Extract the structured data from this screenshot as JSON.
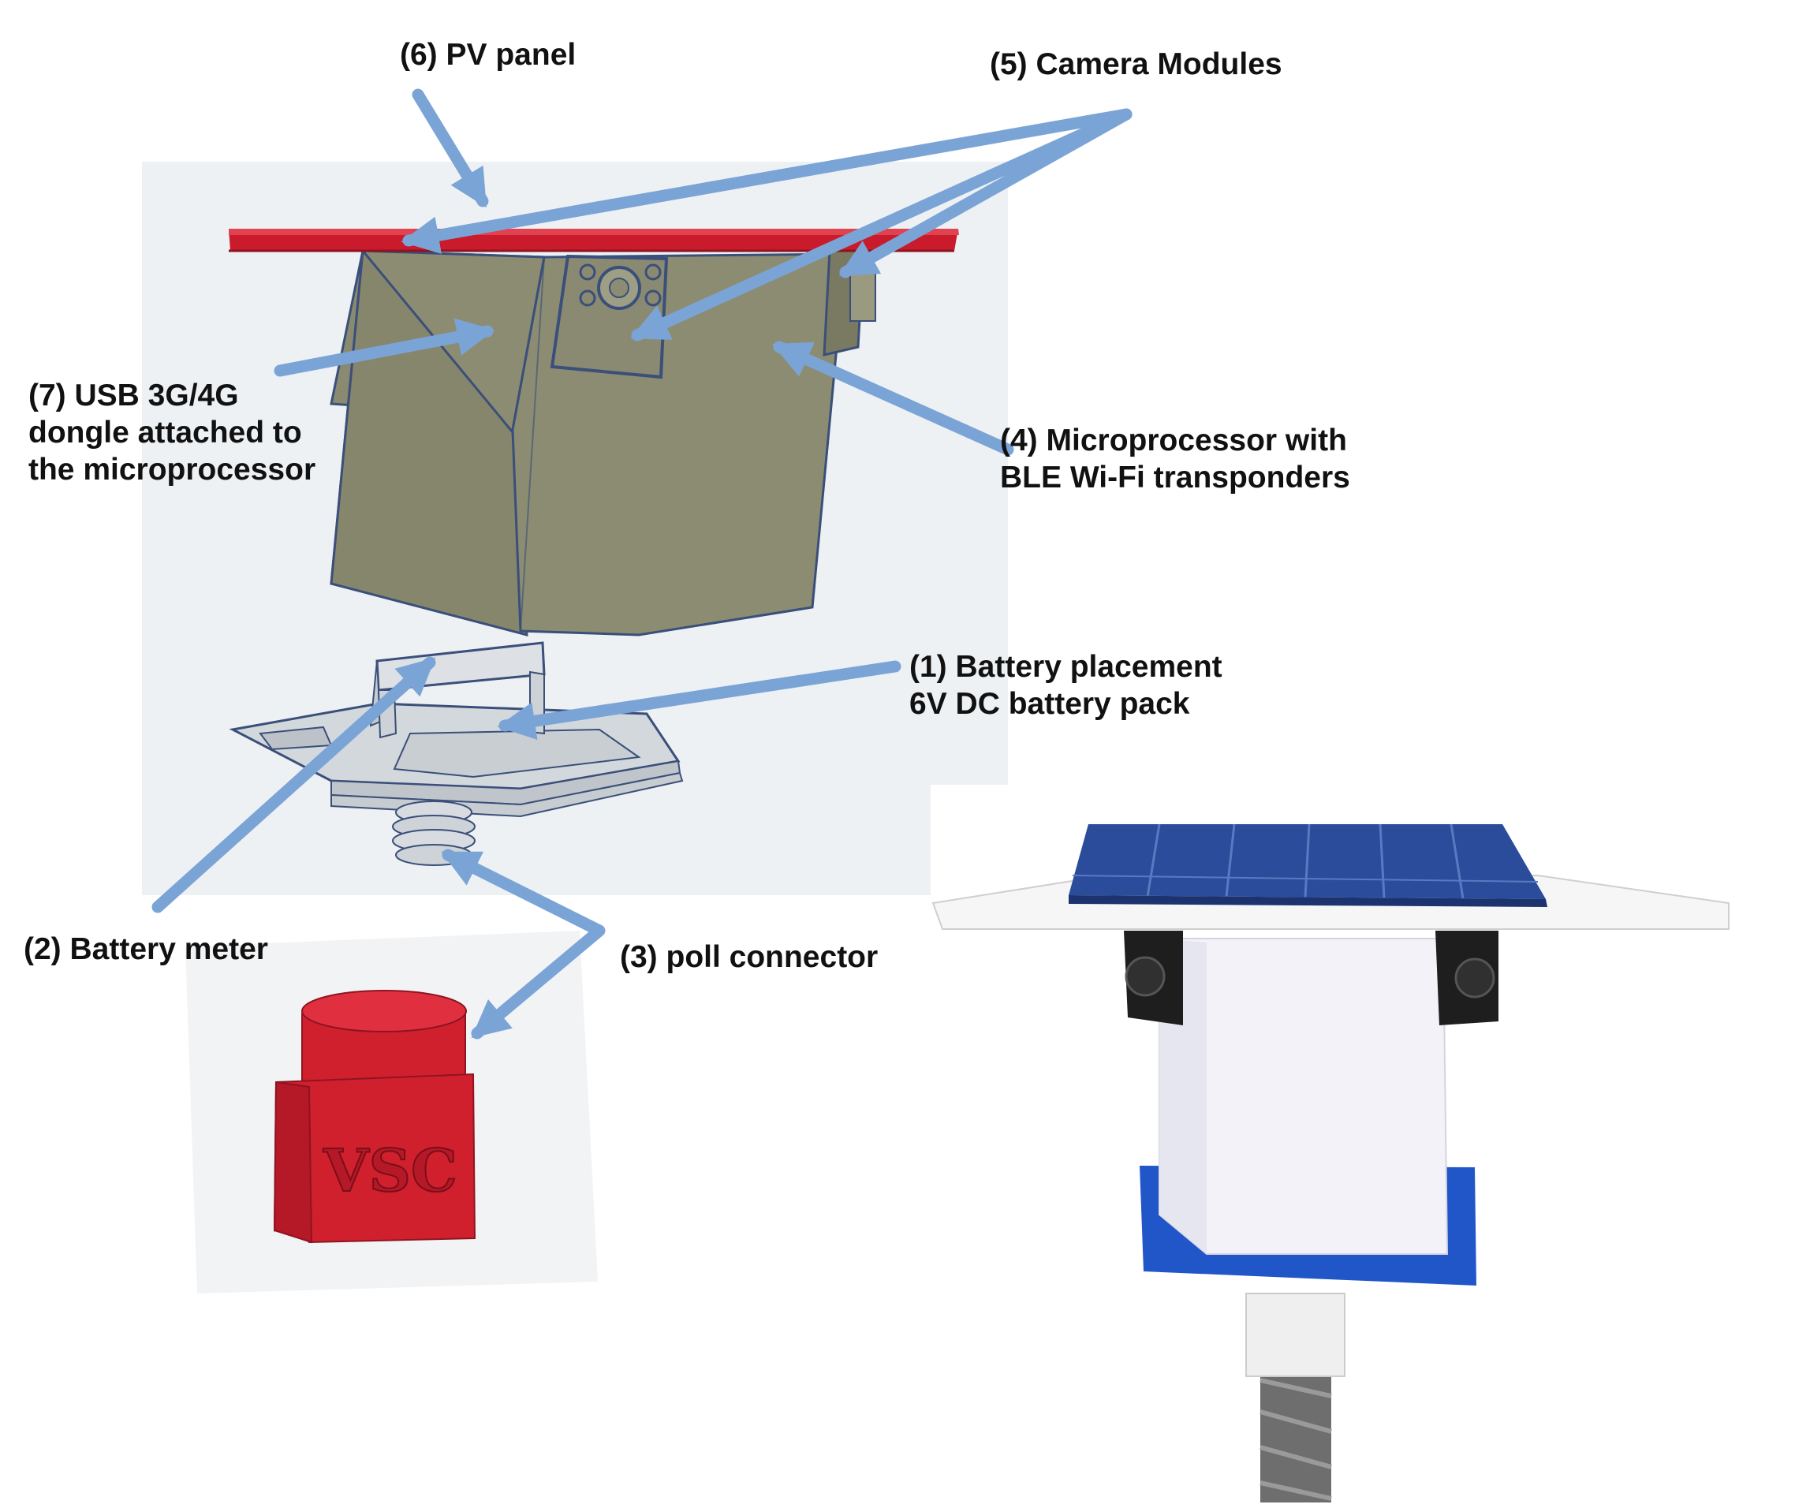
{
  "labels": {
    "pv_panel": "(6) PV panel",
    "camera_modules": "(5) Camera Modules",
    "usb_dongle": [
      "(7) USB 3G/4G",
      "dongle attached to",
      "the microprocessor"
    ],
    "microprocessor": [
      "(4) Microprocessor with",
      "BLE  Wi-Fi transponders"
    ],
    "battery_placement": [
      "(1) Battery placement",
      "6V DC battery pack"
    ],
    "battery_meter": "(2) Battery meter",
    "poll_connector": "(3) poll connector"
  },
  "connector_engraving": "VSC",
  "colors": {
    "arrow": "#7BA4D6",
    "pv_panel_red": "#C91B2C",
    "housing_olive": "#8C8C72",
    "housing_olive_dark": "#7A7A62",
    "outline_blue": "#3A4F7A",
    "base_grey": "#D3D8DC",
    "connector_red": "#D0202E",
    "photo_solar_blue": "#2B4C9A",
    "photo_tray_blue": "#2156C8",
    "photo_housing_white": "#F2F2F8",
    "label_text": "#111111"
  }
}
